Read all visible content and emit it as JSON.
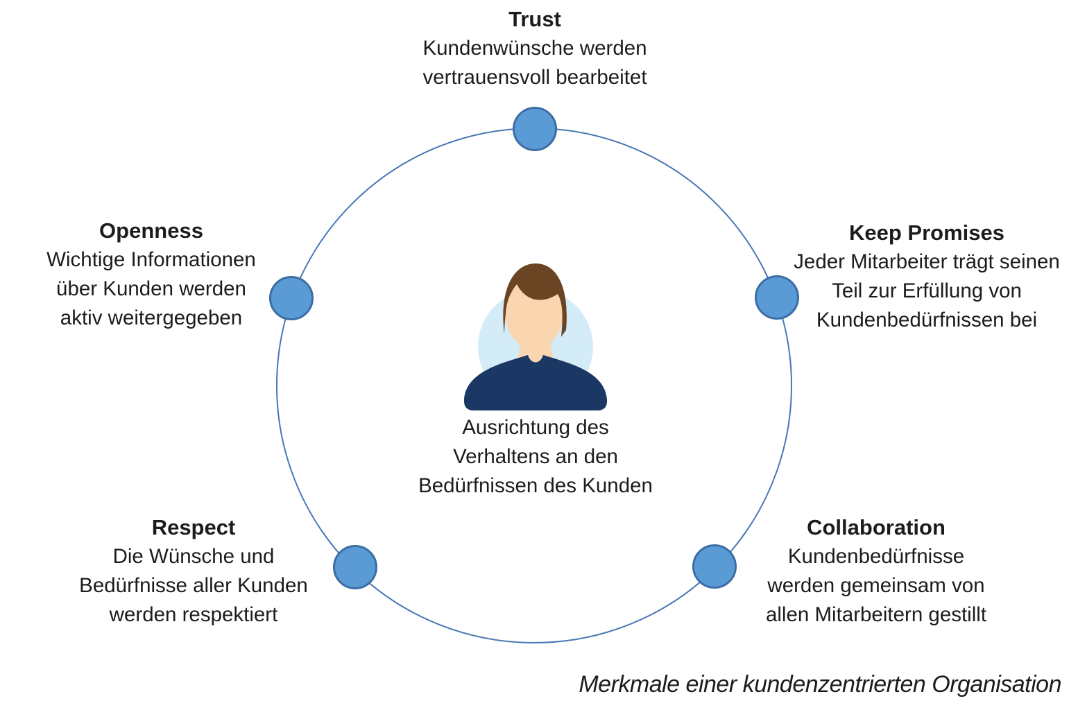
{
  "center": {
    "caption": "Ausrichtung des\nVerhaltens an den\nBedürfnissen des Kunden",
    "avatar": "person-avatar"
  },
  "nodes": [
    {
      "key": "trust",
      "position": "top",
      "title": "Trust",
      "description": "Kundenwünsche werden\nvertrauensvoll bearbeitet"
    },
    {
      "key": "openness",
      "position": "upper-left",
      "title": "Openness",
      "description": "Wichtige Informationen\nüber Kunden werden\naktiv weitergegeben"
    },
    {
      "key": "keep-promises",
      "position": "upper-right",
      "title": "Keep Promises",
      "description": "Jeder Mitarbeiter trägt seinen\nTeil zur Erfüllung von\nKundenbedürfnissen bei"
    },
    {
      "key": "respect",
      "position": "lower-left",
      "title": "Respect",
      "description": "Die Wünsche und\nBedürfnisse aller Kunden\nwerden respektiert"
    },
    {
      "key": "collaboration",
      "position": "lower-right",
      "title": "Collaboration",
      "description": "Kundenbedürfnisse\nwerden gemeinsam von\nallen Mitarbeitern gestillt"
    }
  ],
  "footer_caption": "Merkmale einer kundenzentrierten Organisation",
  "colors": {
    "ring": "#4777b5",
    "node_fill": "#5b9bd5",
    "node_border": "#3c6da5",
    "text": "#1c1c1c",
    "avatar_bg": "#d4ecf8",
    "avatar_skin": "#f9d6b0",
    "avatar_hair": "#6b4423",
    "avatar_shirt": "#1b3764"
  }
}
